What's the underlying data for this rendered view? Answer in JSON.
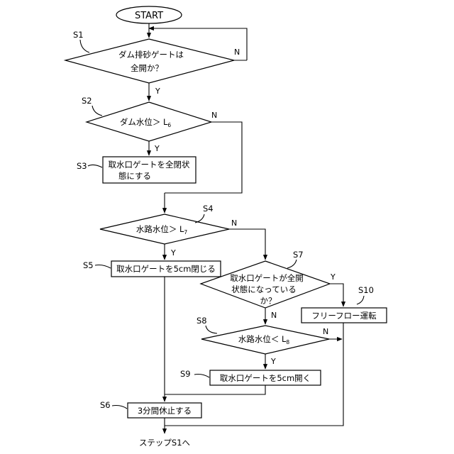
{
  "start": {
    "text": "START"
  },
  "end": {
    "text": "ステップS1へ"
  },
  "steps": {
    "s1": {
      "label": "S1",
      "lines": [
        "ダム排砂ゲートは",
        "全開か？"
      ],
      "yes": "Y",
      "no": "N"
    },
    "s2": {
      "label": "S2",
      "text": "ダム水位＞ L",
      "sub": "6",
      "yes": "Y",
      "no": "N"
    },
    "s3": {
      "label": "S3",
      "lines": [
        "取水口ゲートを全閉状",
        "態にする"
      ]
    },
    "s4": {
      "label": "S4",
      "text": "水路水位＞ L",
      "sub": "7",
      "yes": "Y",
      "no": "N"
    },
    "s5": {
      "label": "S5",
      "text": "取水口ゲートを5cm閉じる"
    },
    "s6": {
      "label": "S6",
      "text": "3分間休止する"
    },
    "s7": {
      "label": "S7",
      "lines": [
        "取水口ゲートが全開",
        "状態になっている",
        "か？"
      ],
      "yes": "Y",
      "no": "N"
    },
    "s8": {
      "label": "S8",
      "text": "水路水位＜ L",
      "sub": "8",
      "yes": "Y",
      "no": "N"
    },
    "s9": {
      "label": "S9",
      "text": "取水口ゲートを5cm開く"
    },
    "s10": {
      "label": "S10",
      "text": "フリーフロー運転"
    }
  }
}
